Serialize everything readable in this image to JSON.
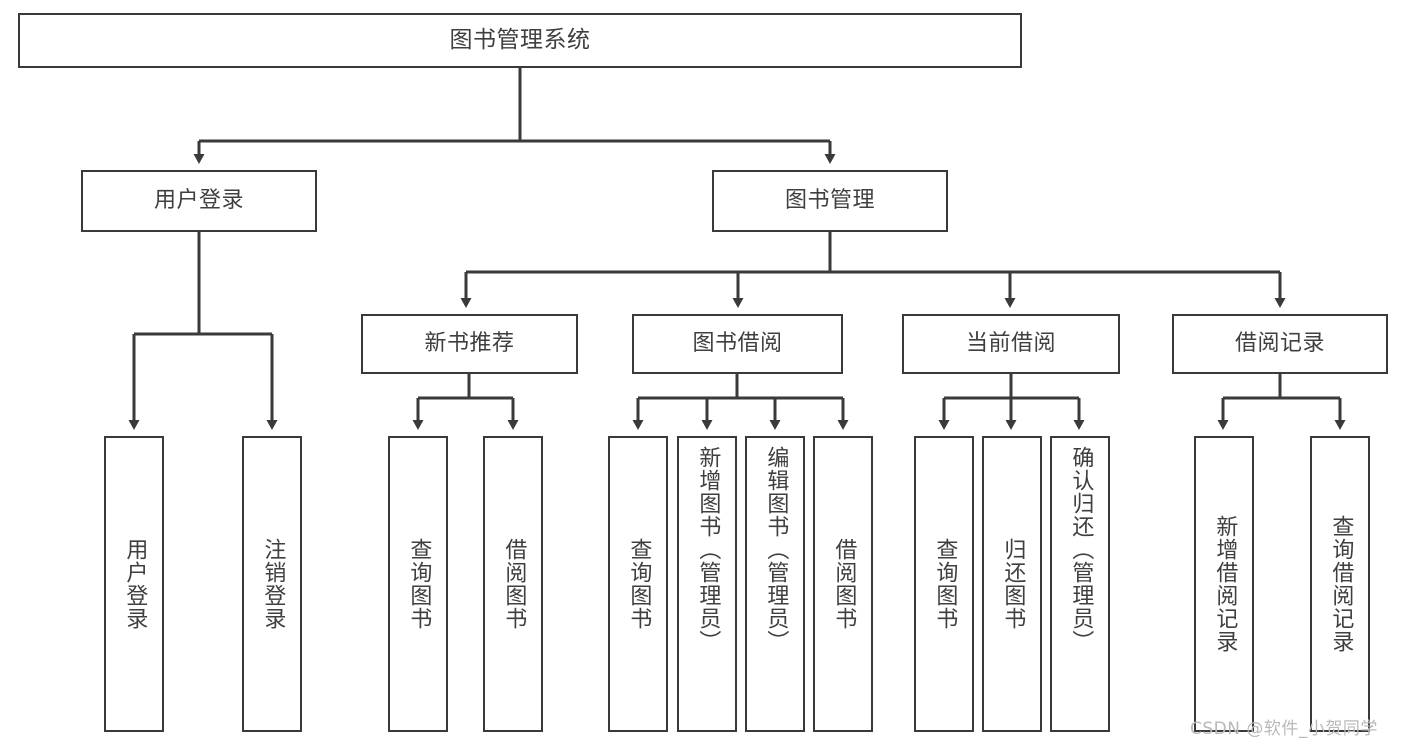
{
  "diagram": {
    "title": "图书管理系统",
    "type": "功能结构图",
    "stroke_color": "#3a3a3a",
    "text_color": "#3f3f3f",
    "background_color": "#ffffff"
  },
  "root": {
    "label": "图书管理系统"
  },
  "level2": [
    {
      "label": "用户登录"
    },
    {
      "label": "图书管理"
    }
  ],
  "level3": [
    {
      "label": "新书推荐"
    },
    {
      "label": "图书借阅"
    },
    {
      "label": "当前借阅"
    },
    {
      "label": "借阅记录"
    }
  ],
  "leaves": {
    "user_login": [
      {
        "label": "用户登录"
      },
      {
        "label": "注销登录"
      }
    ],
    "new_book_recommend": [
      {
        "label": "查询图书"
      },
      {
        "label": "借阅图书"
      }
    ],
    "book_borrow": [
      {
        "label": "查询图书"
      },
      {
        "label": "新增图书（管理员）"
      },
      {
        "label": "编辑图书（管理员）"
      },
      {
        "label": "借阅图书"
      }
    ],
    "current_borrow": [
      {
        "label": "查询图书"
      },
      {
        "label": "归还图书"
      },
      {
        "label": "确认归还（管理员）"
      }
    ],
    "borrow_record": [
      {
        "label": "新增借阅记录"
      },
      {
        "label": "查询借阅记录"
      }
    ]
  },
  "watermark": {
    "text": "CSDN @软件_小贺同学"
  }
}
